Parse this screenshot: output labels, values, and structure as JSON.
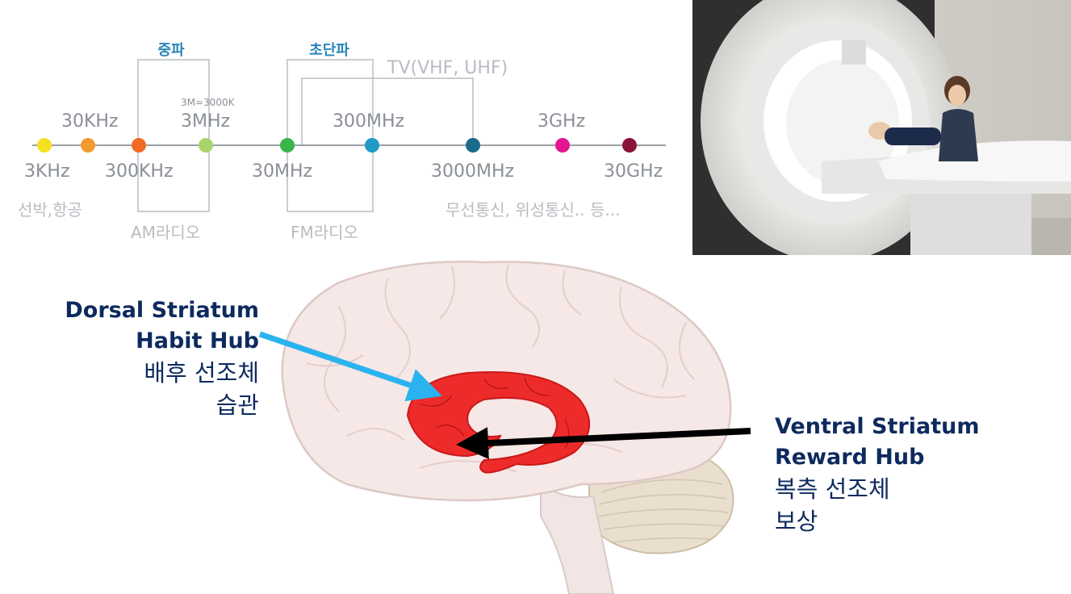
{
  "spectrum": {
    "band_mid": "중파",
    "band_short": "초단파",
    "tv_label": "TV(VHF, UHF)",
    "note_3m": "3M=3000K",
    "points": [
      {
        "label": "3KHz",
        "position": "below",
        "color": "#f5e11f"
      },
      {
        "label": "30KHz",
        "position": "above",
        "color": "#f39a2e"
      },
      {
        "label": "300KHz",
        "position": "below",
        "color": "#f06a23"
      },
      {
        "label": "3MHz",
        "position": "above",
        "color": "#a9d46a"
      },
      {
        "label": "30MHz",
        "position": "below",
        "color": "#3ab54a"
      },
      {
        "label": "300MHz",
        "position": "above",
        "color": "#1f9bc7"
      },
      {
        "label": "3000MHz",
        "position": "below",
        "color": "#1a6a8e"
      },
      {
        "label": "3GHz",
        "position": "above",
        "color": "#e5148f"
      },
      {
        "label": "30GHz",
        "position": "below",
        "color": "#8a1438"
      }
    ],
    "use_ship": "선박,항공",
    "use_am": "AM라디오",
    "use_fm": "FM라디오",
    "use_wireless": "무선통신, 위성통신.. 등..."
  },
  "brain": {
    "dorsal": {
      "en1": "Dorsal Striatum",
      "en2": "Habit Hub",
      "ko1": "배후 선조체",
      "ko2": "습관"
    },
    "ventral": {
      "en1": "Ventral Striatum",
      "en2": "Reward Hub",
      "ko1": "복측 선조체",
      "ko2": "보상"
    },
    "colors": {
      "striatum": "#ee2b2b",
      "dorsal_arrow": "#2ab3ef",
      "ventral_arrow": "#000000",
      "label": "#0d2a5e"
    }
  }
}
